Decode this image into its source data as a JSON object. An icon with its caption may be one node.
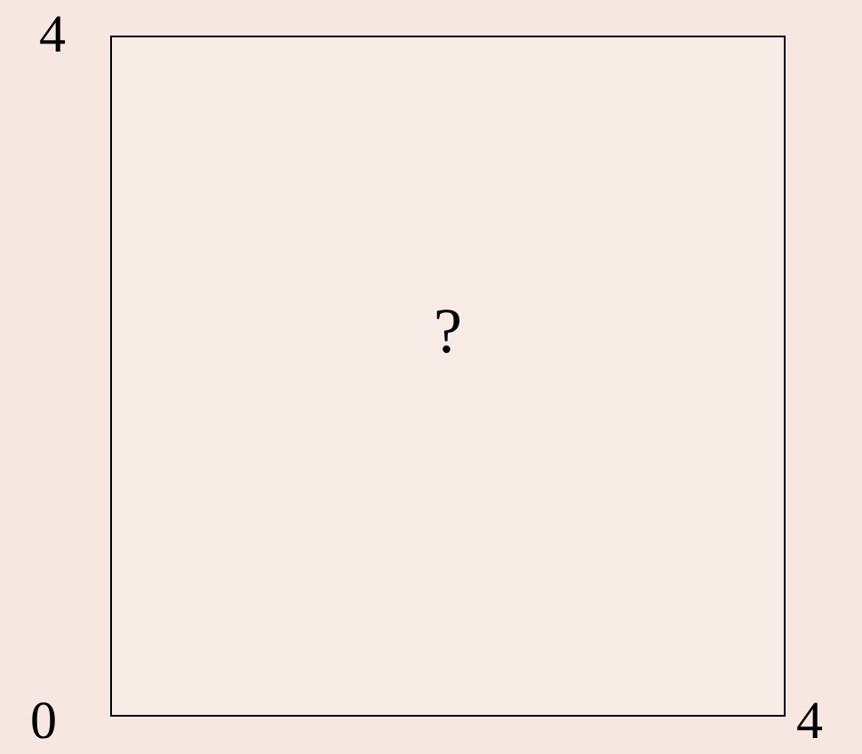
{
  "diagram": {
    "nodes": [
      {
        "text": [
          "?"
        ]
      }
    ],
    "labels": [
      "4",
      "0",
      "4"
    ]
  }
}
